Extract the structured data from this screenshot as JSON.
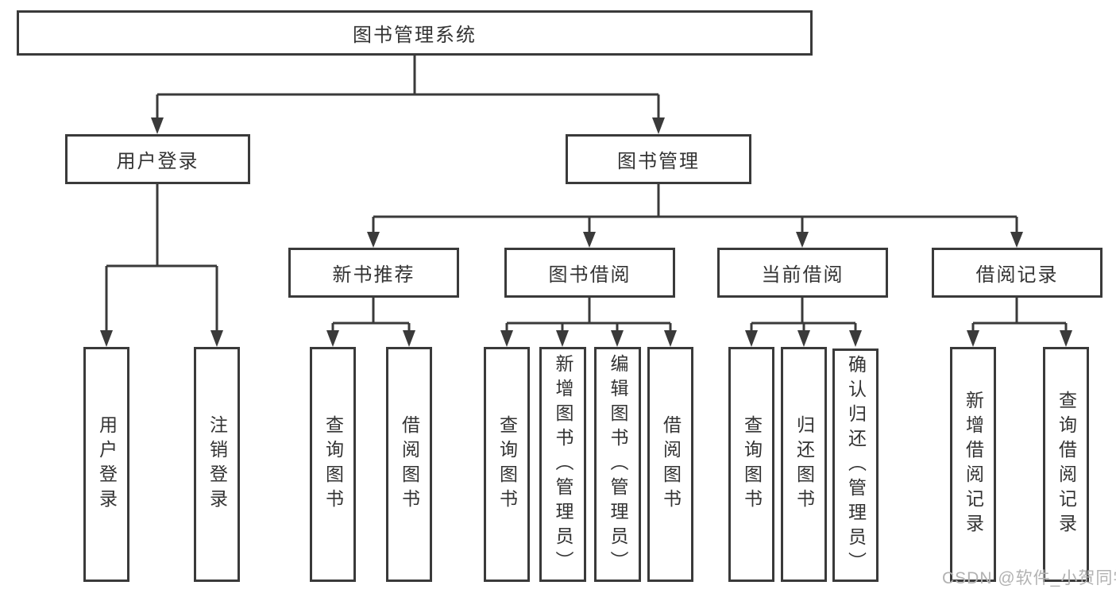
{
  "diagram_title": "图书管理系统",
  "tree": {
    "root": {
      "label": "图书管理系统"
    },
    "branches": [
      {
        "label": "用户登录",
        "children": [
          {
            "label": "用户登录"
          },
          {
            "label": "注销登录"
          }
        ]
      },
      {
        "label": "图书管理",
        "children": [
          {
            "label": "新书推荐",
            "children": [
              {
                "label": "查询图书"
              },
              {
                "label": "借阅图书"
              }
            ]
          },
          {
            "label": "图书借阅",
            "children": [
              {
                "label": "查询图书"
              },
              {
                "label": "新增图书（管理员）"
              },
              {
                "label": "编辑图书（管理员）"
              },
              {
                "label": "借阅图书"
              }
            ]
          },
          {
            "label": "当前借阅",
            "children": [
              {
                "label": "查询图书"
              },
              {
                "label": "归还图书"
              },
              {
                "label": "确认归还（管理员）"
              }
            ]
          },
          {
            "label": "借阅记录",
            "children": [
              {
                "label": "新增借阅记录"
              },
              {
                "label": "查询借阅记录"
              }
            ]
          }
        ]
      }
    ]
  },
  "watermark": {
    "text": "CSDN @软件_小贺同学",
    "color": "#b2b2b2"
  },
  "colors": {
    "line": "#3a3a3a",
    "text": "#333333",
    "background": "#ffffff"
  }
}
